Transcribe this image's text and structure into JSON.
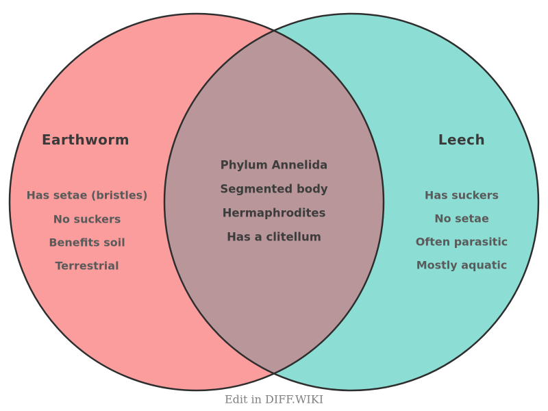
{
  "venn": {
    "left": {
      "title": "Earthworm",
      "color": "#FB9D9D",
      "items": [
        "Has setae (bristles)",
        "No suckers",
        "Benefits soil",
        "Terrestrial"
      ]
    },
    "right": {
      "title": "Leech",
      "color": "#8CDED5",
      "items": [
        "Has suckers",
        "No setae",
        "Often parasitic",
        "Mostly aquatic"
      ]
    },
    "intersection": {
      "color": "#B89699",
      "items": [
        "Phylum Annelida",
        "Segmented body",
        "Hermaphrodites",
        "Has a clitellum"
      ]
    },
    "outline_color": "#2e2e2e"
  },
  "caption": "Edit in DIFF.WIKI"
}
